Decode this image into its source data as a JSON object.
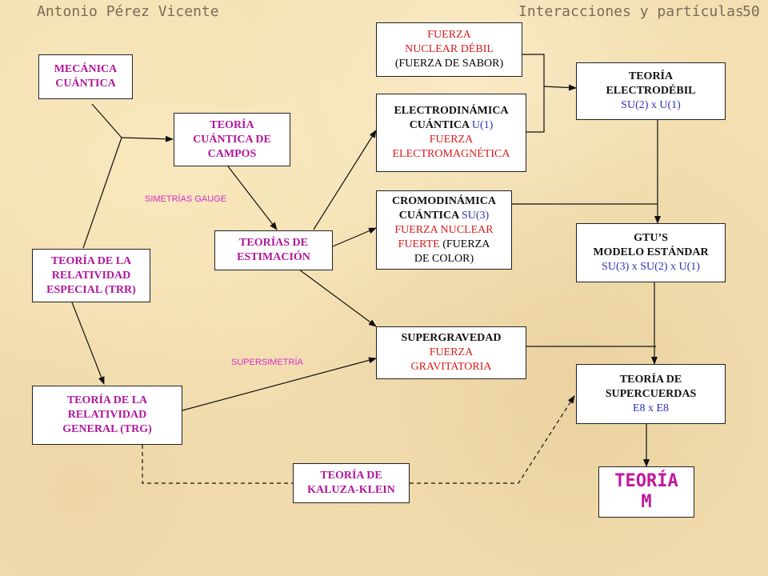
{
  "header": {
    "author": "Antonio Pérez Vicente",
    "title": "Interacciones y partículas",
    "page": "50"
  },
  "nodes": {
    "mecanica": [
      "MECÁNICA",
      "CUÁNTICA"
    ],
    "tcc": [
      "TEORÍA",
      "CUÁNTICA DE",
      "CAMPOS"
    ],
    "estimacion": [
      "TEORÍAS DE",
      "ESTIMACIÓN"
    ],
    "trr": [
      "TEORÍA DE LA",
      "RELATIVIDAD",
      "ESPECIAL (TRR)"
    ],
    "trg": [
      "TEORÍA DE LA",
      "RELATIVIDAD",
      "GENERAL (TRG)"
    ],
    "debil": [
      "FUERZA",
      "NUCLEAR DÉBIL",
      "(FUERZA DE SABOR)"
    ],
    "qed": {
      "line1": "ELECTRODINÁMICA",
      "line2a": "CUÁNTICA ",
      "line2b": "U(1)",
      "line3": "FUERZA",
      "line4": "ELECTROMAGNÉTICA"
    },
    "qcd": {
      "line1": "CROMODINÁMICA",
      "line2a": "CUÁNTICA ",
      "line2b": "SU(3)",
      "line3": "FUERZA NUCLEAR",
      "line4a": "FUERTE ",
      "line4b": "(FUERZA",
      "line5": "DE COLOR)"
    },
    "sugra": [
      "SUPERGRAVEDAD",
      "FUERZA",
      "GRAVITATORIA"
    ],
    "electrodebil": [
      "TEORÍA",
      "ELECTRODÉBIL",
      "SU(2) x U(1)"
    ],
    "gut": [
      "GTU’S",
      "MODELO ESTÁNDAR",
      "SU(3) x SU(2) x U(1)"
    ],
    "supercuerdas": [
      "TEORÍA DE",
      "SUPERCUERDAS",
      "E8 x E8"
    ],
    "teoria_m": [
      "TEORÍA",
      "M"
    ],
    "kaluza": [
      "TEORÍA DE",
      "KALUZA-KLEIN"
    ]
  },
  "notes": {
    "gauge": "SIMETRÍAS GAUGE",
    "susy": "SUPERSIMETRÍA"
  }
}
